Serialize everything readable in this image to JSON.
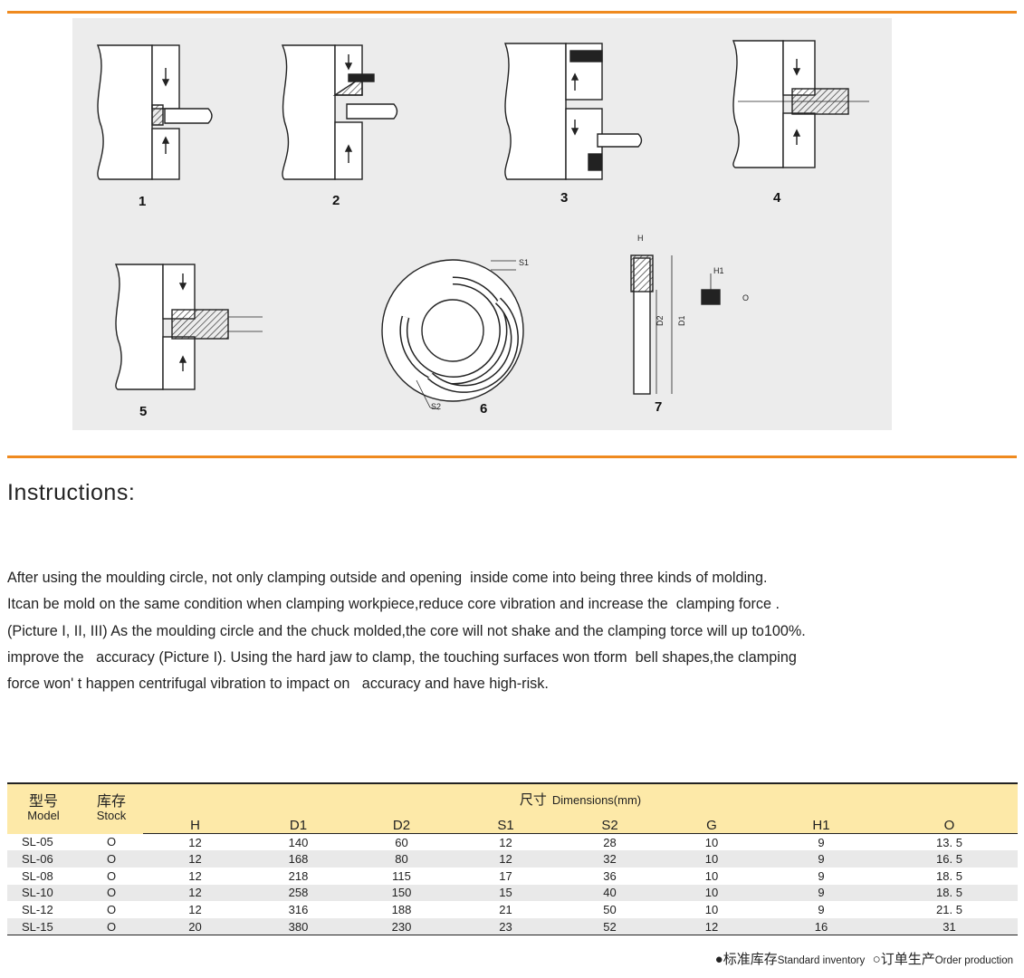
{
  "figure": {
    "labels": [
      "1",
      "2",
      "3",
      "4",
      "5",
      "6",
      "7"
    ],
    "dim_labels": {
      "s1": "S1",
      "s2": "S2",
      "h": "H",
      "h1": "H1",
      "o": "O",
      "d1": "D1",
      "d2": "D2"
    }
  },
  "instructions": {
    "title": "Instructions:",
    "lines": [
      "After using the moulding circle, not only clamping outside and opening  inside come into being three kinds of molding.",
      "Itcan be mold on the same condition when clamping workpiece,reduce core vibration and increase the  clamping force .",
      "(Picture I, II, III) As the moulding circle and the chuck molded,the core will not shake and the clamping torce will up to100%.",
      "improve the   accuracy (Picture I). Using the hard jaw to clamp, the touching surfaces won tform  bell shapes,the clamping",
      "force won' t happen centrifugal vibration to impact on   accuracy and have high-risk."
    ]
  },
  "table": {
    "model_cn": "型号",
    "model_en": "Model",
    "stock_cn": "库存",
    "stock_en": "Stock",
    "dims_cn": "尺寸",
    "dims_en": "Dimensions(mm)",
    "columns": [
      "H",
      "D1",
      "D2",
      "S1",
      "S2",
      "G",
      "H1",
      "O"
    ],
    "rows": [
      [
        "SL-05",
        "O",
        "12",
        "140",
        "60",
        "12",
        "28",
        "10",
        "9",
        "13. 5"
      ],
      [
        "SL-06",
        "O",
        "12",
        "168",
        "80",
        "12",
        "32",
        "10",
        "9",
        "16. 5"
      ],
      [
        "SL-08",
        "O",
        "12",
        "218",
        "115",
        "17",
        "36",
        "10",
        "9",
        "18. 5"
      ],
      [
        "SL-10",
        "O",
        "12",
        "258",
        "150",
        "15",
        "40",
        "10",
        "9",
        "18. 5"
      ],
      [
        "SL-12",
        "O",
        "12",
        "316",
        "188",
        "21",
        "50",
        "10",
        "9",
        "21. 5"
      ],
      [
        "SL-15",
        "O",
        "20",
        "380",
        "230",
        "23",
        "52",
        "12",
        "16",
        "31"
      ]
    ]
  },
  "legend": {
    "standard_symbol": "●",
    "standard_cn": "标准库存",
    "standard_en": "Standard inventory",
    "order_symbol": "○",
    "order_cn": "订单生产",
    "order_en": "Order production"
  },
  "colors": {
    "accent_line": "#ef8a1f",
    "table_header_bg": "#fde9a8",
    "row_alt_bg": "#e9e9e9"
  }
}
